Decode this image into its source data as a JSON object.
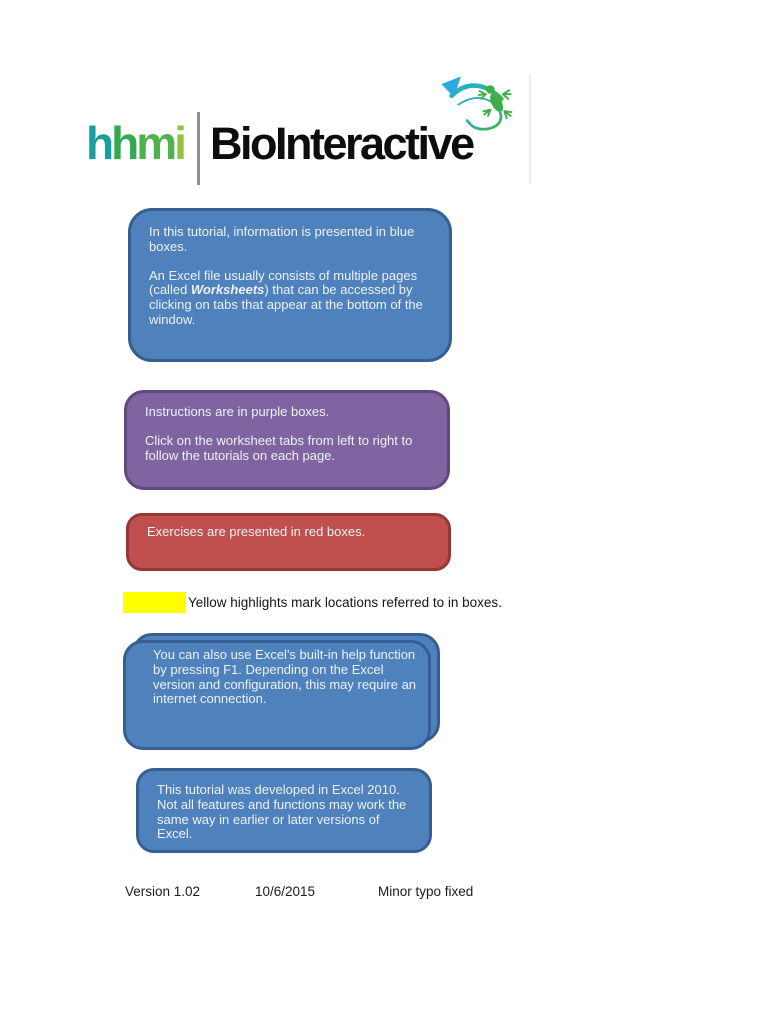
{
  "logo": {
    "hhmi": [
      {
        "ch": "h",
        "color": "#1b9e9e"
      },
      {
        "ch": "h",
        "color": "#35a853"
      },
      {
        "ch": "m",
        "color": "#52b14f"
      },
      {
        "ch": "i",
        "color": "#8dc63f"
      }
    ],
    "brand": "BioInteractive",
    "icon": "gecko-arrow-icon"
  },
  "boxes": {
    "intro": {
      "type": "info-blue",
      "p1": "In this tutorial, information is presented in blue boxes.",
      "p2_pre": "An Excel file usually consists of multiple pages (called ",
      "p2_emph": "Worksheets",
      "p2_post": ") that can be accessed by clicking on tabs that appear at the bottom of the window."
    },
    "instructions": {
      "type": "instruction-purple",
      "p1": "Instructions are in purple boxes.",
      "p2": "Click on the worksheet tabs from left to right to follow the tutorials on each page."
    },
    "exercises": {
      "type": "exercise-red",
      "p1": "Exercises are presented in red boxes."
    },
    "help": {
      "type": "info-blue",
      "p1": "You can also use Excel's built-in help function by pressing F1. Depending on the Excel version and configuration, this may require an internet connection."
    },
    "version_note": {
      "type": "info-blue",
      "p1": "This tutorial was developed in Excel 2010. Not all features and functions may work the same way in earlier or later versions of Excel."
    }
  },
  "highlight_note": {
    "swatch_color": "#ffff00",
    "text": "Yellow highlights mark locations referred to in boxes."
  },
  "footer": {
    "version": "Version 1.02",
    "date": "10/6/2015",
    "note": "Minor typo fixed"
  },
  "theme": {
    "blue_fill": "#4f81bd",
    "blue_border": "#365f91",
    "purple_fill": "#8064a2",
    "purple_border": "#60497a",
    "red_fill": "#c0504d",
    "red_border": "#953735",
    "highlight_yellow": "#ffff00",
    "box_text": "#edf2f8"
  }
}
